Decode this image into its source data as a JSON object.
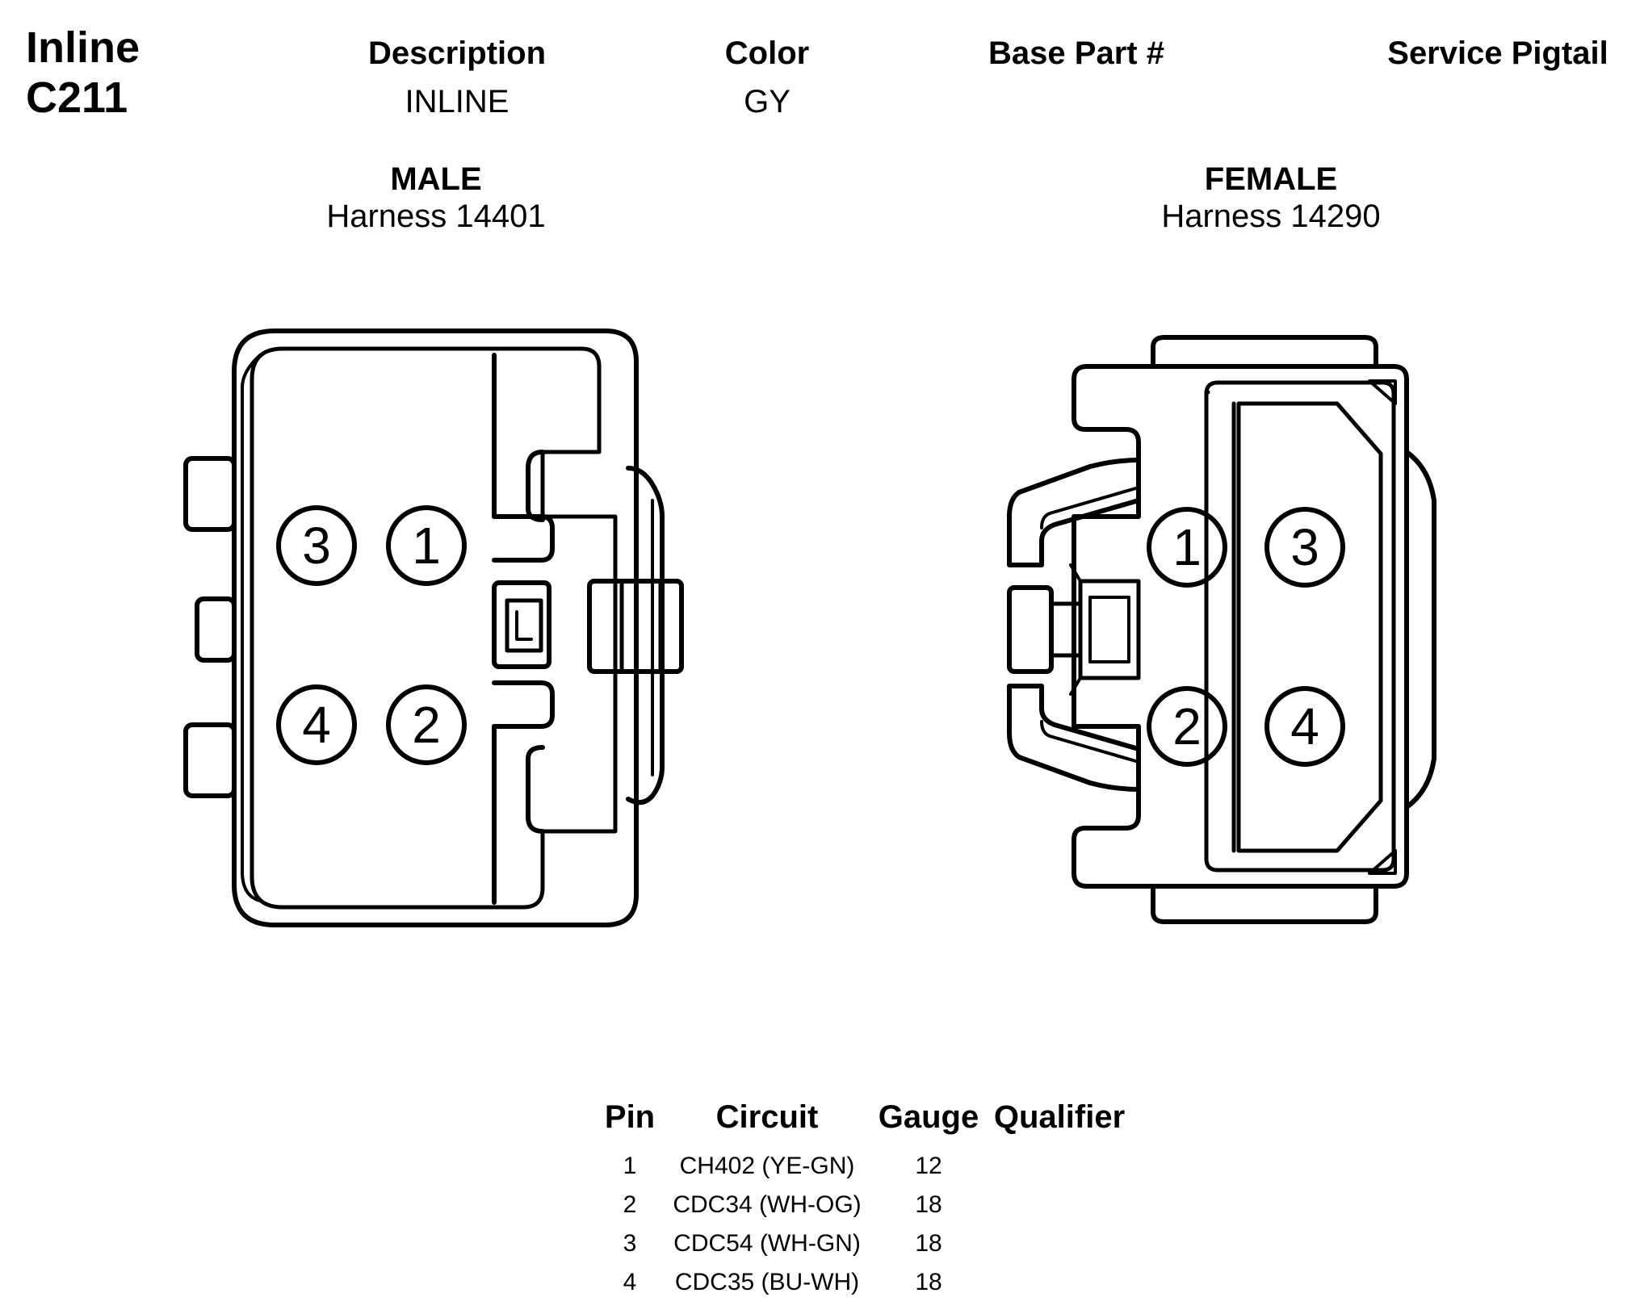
{
  "header": {
    "title_line1": "Inline",
    "title_line2": "C211",
    "columns": {
      "description": {
        "label": "Description",
        "value": "INLINE"
      },
      "color": {
        "label": "Color",
        "value": "GY"
      },
      "base_part": {
        "label": "Base Part #",
        "value": ""
      },
      "service_pigtail": {
        "label": "Service Pigtail",
        "value": ""
      }
    }
  },
  "male": {
    "label": "MALE",
    "harness": "Harness 14401",
    "pins": [
      "3",
      "1",
      "4",
      "2"
    ]
  },
  "female": {
    "label": "FEMALE",
    "harness": "Harness 14290",
    "pins": [
      "1",
      "3",
      "2",
      "4"
    ]
  },
  "pin_table": {
    "headers": {
      "pin": "Pin",
      "circuit": "Circuit",
      "gauge": "Gauge",
      "qualifier": "Qualifier"
    },
    "rows": [
      {
        "pin": "1",
        "circuit": "CH402 (YE-GN)",
        "gauge": "12",
        "qualifier": ""
      },
      {
        "pin": "2",
        "circuit": "CDC34 (WH-OG)",
        "gauge": "18",
        "qualifier": ""
      },
      {
        "pin": "3",
        "circuit": "CDC54 (WH-GN)",
        "gauge": "18",
        "qualifier": ""
      },
      {
        "pin": "4",
        "circuit": "CDC35 (BU-WH)",
        "gauge": "18",
        "qualifier": ""
      }
    ]
  }
}
